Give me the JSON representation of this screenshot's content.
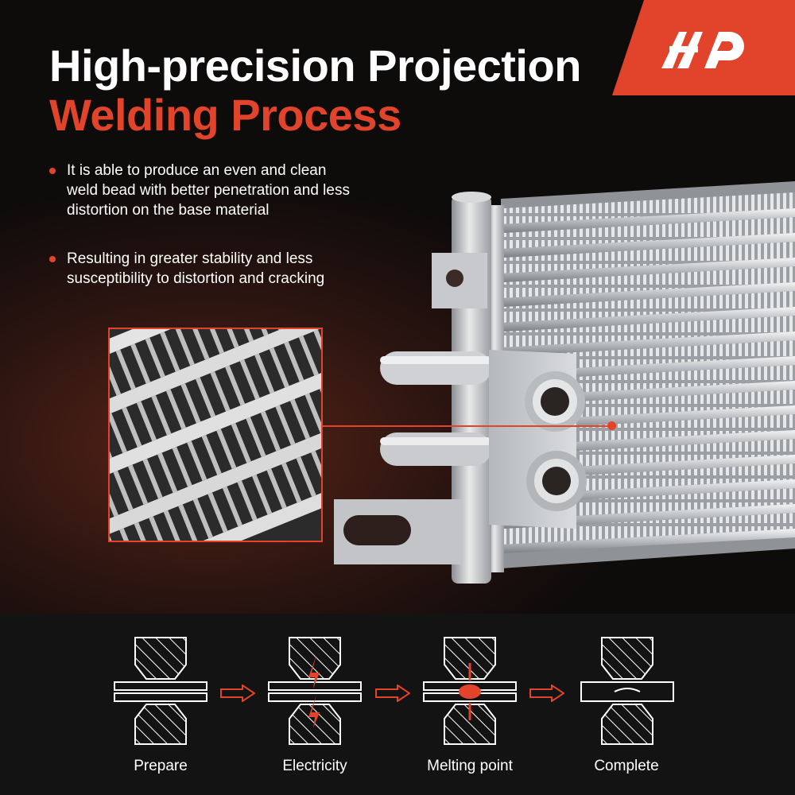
{
  "title": {
    "line1": "High-precision Projection",
    "line2": "Welding Process"
  },
  "bullets": [
    "It is able to produce an even and clean weld bead with better penetration and less distortion on the base material",
    "Resulting in greater stability and less susceptibility to distortion and cracking"
  ],
  "steps": [
    {
      "label": "Prepare",
      "icon": "weld-prepare-icon"
    },
    {
      "label": "Electricity",
      "icon": "weld-electricity-icon"
    },
    {
      "label": "Melting point",
      "icon": "weld-melting-icon"
    },
    {
      "label": "Complete",
      "icon": "weld-complete-icon"
    }
  ],
  "colors": {
    "accent": "#e2432b",
    "text": "#ffffff",
    "background": "#0c0a0a"
  },
  "brand": "A-Premium logo",
  "illustration": "aluminum-condenser-with-fittings"
}
